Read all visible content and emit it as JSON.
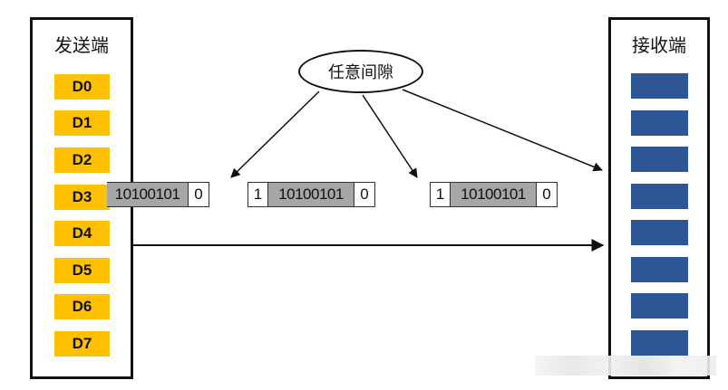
{
  "sender": {
    "title": "发送端",
    "bits": [
      "D0",
      "D1",
      "D2",
      "D3",
      "D4",
      "D5",
      "D6",
      "D7"
    ]
  },
  "receiver": {
    "title": "接收端",
    "slot_count": 8
  },
  "gap_label": "任意间隙",
  "frames": [
    {
      "start": "",
      "payload": "10100101",
      "stop": "0"
    },
    {
      "start": "1",
      "payload": "10100101",
      "stop": "0"
    },
    {
      "start": "1",
      "payload": "10100101",
      "stop": "0"
    }
  ],
  "colors": {
    "bit_fill": "#ffc000",
    "receiver_slot": "#2e5596",
    "payload_fill": "#a6a6a6",
    "line": "#111111"
  }
}
